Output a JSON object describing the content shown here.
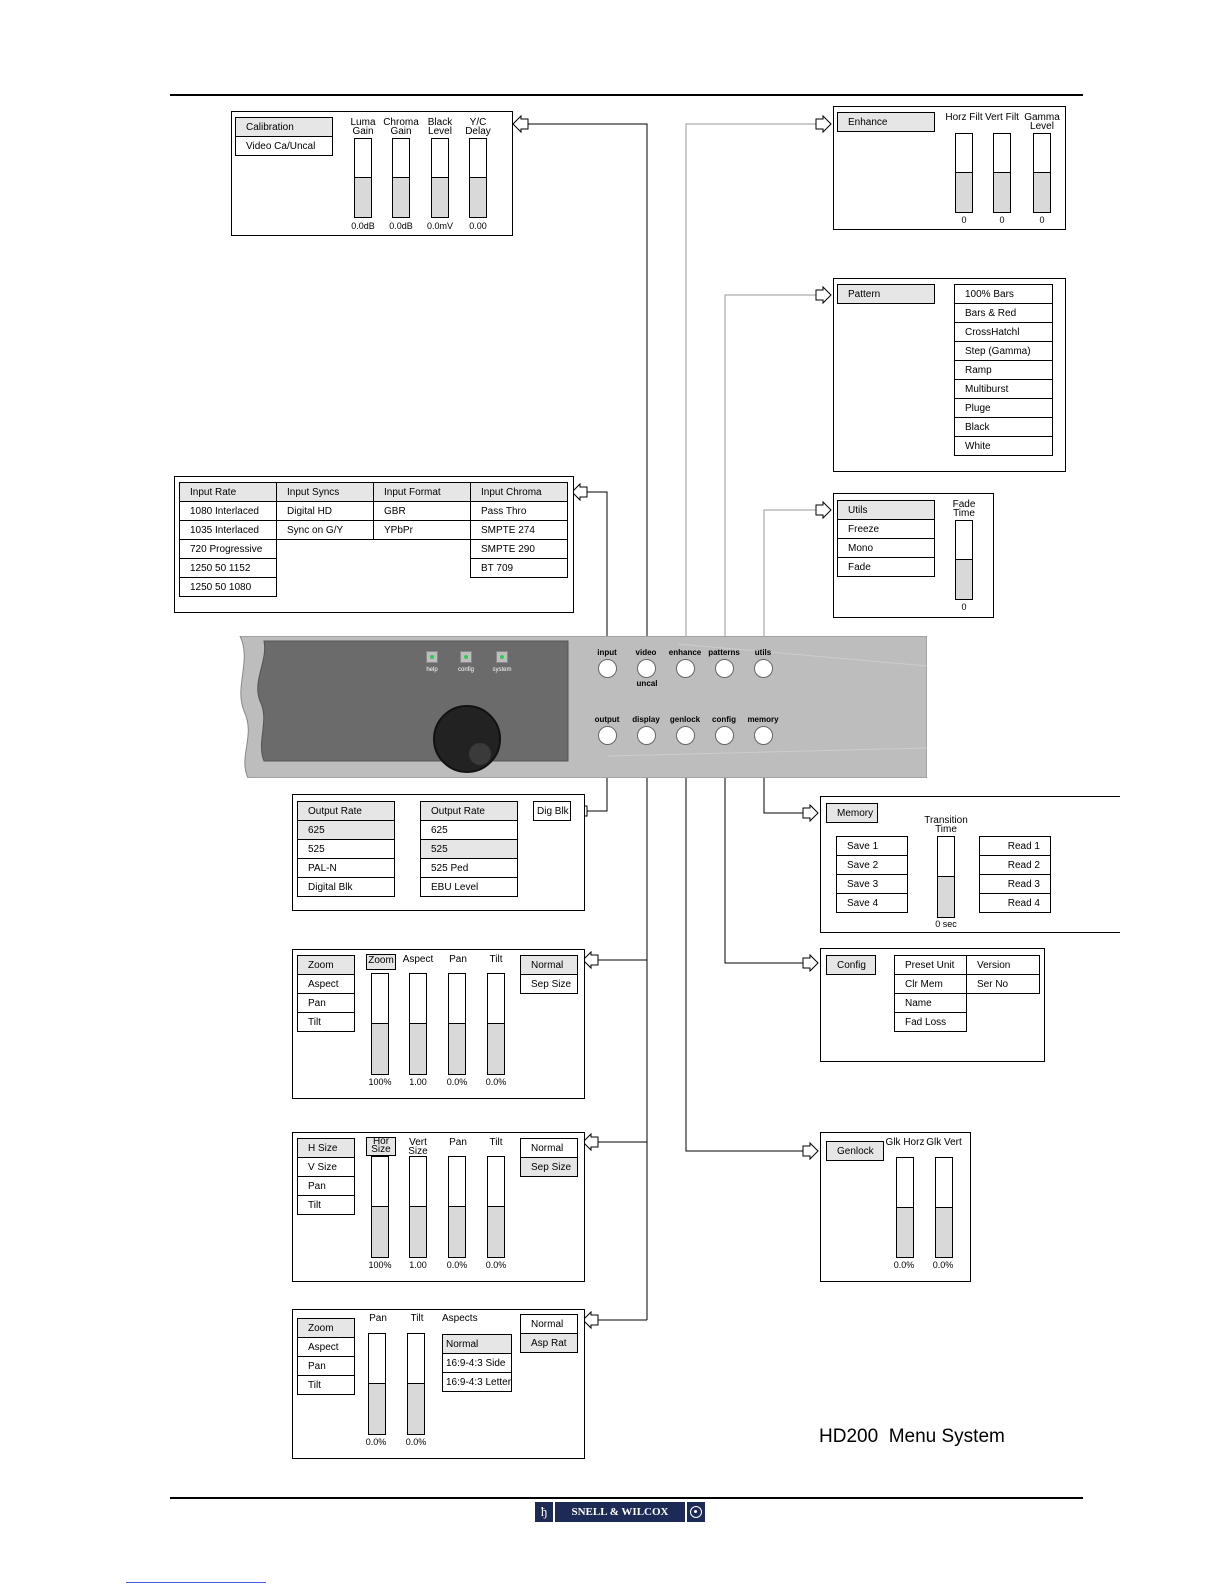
{
  "device": {
    "buttons_top": [
      "input",
      "video",
      "enhance",
      "patterns",
      "utils"
    ],
    "buttons_bottom": [
      "output",
      "display",
      "genlock",
      "config",
      "memory"
    ],
    "uncal": "uncal",
    "leds": [
      "help",
      "config",
      "system"
    ]
  },
  "calibration": {
    "items": [
      "Calibration",
      "Video Ca/Uncal"
    ],
    "sliders": [
      {
        "label": "Luma Gain",
        "value": "0.0dB"
      },
      {
        "label": "Chroma Gain",
        "value": "0.0dB"
      },
      {
        "label": "Black Level",
        "value": "0.0mV"
      },
      {
        "label": "Y/C Delay",
        "value": "0.00"
      }
    ]
  },
  "enhance": {
    "title": "Enhance",
    "sliders": [
      {
        "label": "Horz Filt",
        "value": "0"
      },
      {
        "label": "Vert Filt",
        "value": "0"
      },
      {
        "label": "Gamma Level",
        "value": "0"
      }
    ]
  },
  "pattern": {
    "title": "Pattern",
    "options": [
      "100% Bars",
      "Bars & Red",
      "CrossHatchl",
      "Step (Gamma)",
      "Ramp",
      "Multiburst",
      "Pluge",
      "Black",
      "White"
    ]
  },
  "utils": {
    "items": [
      "Utils",
      "Freeze",
      "Mono",
      "Fade"
    ],
    "slider": {
      "label": "Fade Time",
      "value": "0"
    }
  },
  "input": {
    "columns": [
      {
        "header": "Input Rate",
        "rows": [
          "1080 Interlaced",
          "1035 Interlaced",
          "720 Progressive",
          "1250 50 1152",
          "1250 50 1080"
        ]
      },
      {
        "header": "Input Syncs",
        "rows": [
          "Digital HD",
          "Sync on G/Y"
        ]
      },
      {
        "header": "Input Format",
        "rows": [
          "GBR",
          "YPbPr"
        ]
      },
      {
        "header": "Input Chroma",
        "rows": [
          "Pass Thro",
          "SMPTE 274",
          "SMPTE 290",
          "BT 709"
        ]
      }
    ]
  },
  "output": {
    "col1": [
      "Output Rate",
      "625",
      "525",
      "PAL-N",
      "Digital Blk"
    ],
    "col2": [
      "Output Rate",
      "625",
      "525",
      "525 Ped",
      "EBU Level"
    ],
    "dig_blk": "Dig Blk"
  },
  "memory": {
    "title": "Memory",
    "save": [
      "Save 1",
      "Save 2",
      "Save 3",
      "Save 4"
    ],
    "read": [
      "Read 1",
      "Read 2",
      "Read 3",
      "Read 4"
    ],
    "slider": {
      "label": "Transition Time",
      "value": "0 sec"
    }
  },
  "config": {
    "title": "Config",
    "col1": [
      "Preset Unit",
      "Clr Mem",
      "Name",
      "Fad Loss"
    ],
    "col2": [
      "Version",
      "Ser No"
    ]
  },
  "display1": {
    "items": [
      "Zoom",
      "Aspect",
      "Pan",
      "Tilt"
    ],
    "sliders": [
      {
        "label": "Zoom",
        "value": "100%"
      },
      {
        "label": "Aspect",
        "value": "1.00"
      },
      {
        "label": "Pan",
        "value": "0.0%"
      },
      {
        "label": "Tilt",
        "value": "0.0%"
      }
    ],
    "right": [
      "Normal",
      "Sep Size"
    ]
  },
  "display2": {
    "items": [
      "H Size",
      "V Size",
      "Pan",
      "Tilt"
    ],
    "sliders": [
      {
        "label": "Hor Size",
        "value": "100%"
      },
      {
        "label": "Vert Size",
        "value": "1.00"
      },
      {
        "label": "Pan",
        "value": "0.0%"
      },
      {
        "label": "Tilt",
        "value": "0.0%"
      }
    ],
    "right": [
      "Normal",
      "Sep Size"
    ]
  },
  "display3": {
    "items": [
      "Zoom",
      "Aspect",
      "Pan",
      "Tilt"
    ],
    "sliders": [
      {
        "label": "Pan",
        "value": "0.0%"
      },
      {
        "label": "Tilt",
        "value": "0.0%"
      }
    ],
    "aspects_label": "Aspects",
    "aspects": [
      "Normal",
      "16:9-4:3 Side",
      "16:9-4:3 Letter"
    ],
    "right": [
      "Normal",
      "Asp Rat"
    ]
  },
  "genlock": {
    "title": "Genlock",
    "sliders": [
      {
        "label": "Glk Horz",
        "value": "0.0%"
      },
      {
        "label": "Glk Vert",
        "value": "0.0%"
      }
    ]
  },
  "caption": "HD200  Menu System",
  "brand": "SNELL & WILCOX"
}
